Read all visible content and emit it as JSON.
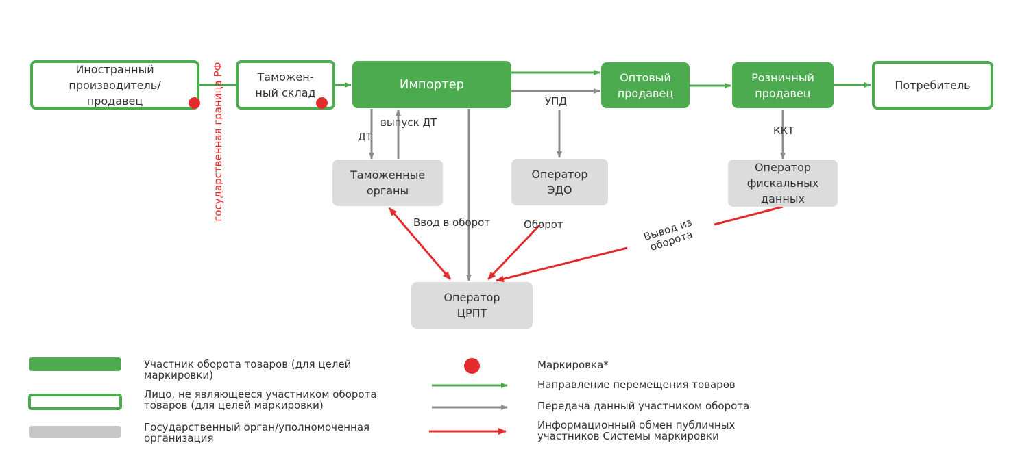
{
  "nodes": {
    "foreign_producer": "Иностранный\nпроизводитель/\nпродавец",
    "customs_warehouse": "Таможен-\nный склад",
    "importer": "Импортер",
    "wholesaler": "Оптовый\nпродавец",
    "retailer": "Розничный\nпродавец",
    "consumer": "Потребитель",
    "customs_authorities": "Таможенные\nорганы",
    "edo_operator": "Оператор\nЭДО",
    "fiscal_operator": "Оператор\nфискальных\nданных",
    "crpt_operator": "Оператор\nЦРПТ"
  },
  "labels": {
    "state_border": "государственная граница РФ",
    "dt": "ДТ",
    "dt_release": "выпуск ДТ",
    "upd": "УПД",
    "kkt": "ККТ",
    "put_into_circulation": "Ввод в оборот",
    "circulation": "Оборот",
    "withdrawal": "Вывод из\nоборота"
  },
  "legend": {
    "participant": "Участник оборота товаров (для целей\nмаркировки)",
    "non_participant": "Лицо, не являющееся участником оборота\nтоваров (для целей маркировки)",
    "authority": "Государственный орган/уполномоченная\nорганизация",
    "marking": "Маркировка*",
    "goods_flow": "Направление перемещения товаров",
    "data_transfer": "Передача данный участником оборота",
    "info_exchange": "Информационный обмен публичных\nучастников Системы маркировки"
  },
  "colors": {
    "green": "#4caa4f",
    "gray_box": "#dcdcdc",
    "gray_arrow": "#8c8c8c",
    "red": "#e32b2b"
  }
}
